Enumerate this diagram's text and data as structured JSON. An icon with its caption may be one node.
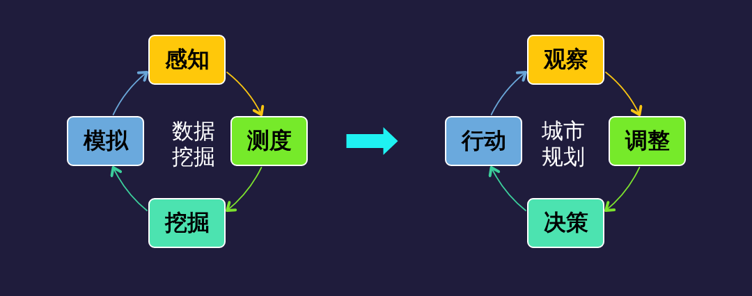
{
  "diagram": {
    "nodes": [
      {
        "text": [
          "感知"
        ]
      },
      {
        "text": [
          "模拟"
        ]
      },
      {
        "text": [
          "测度"
        ]
      },
      {
        "text": [
          "挖掘"
        ]
      },
      {
        "text": [
          "观察"
        ]
      },
      {
        "text": [
          "行动"
        ]
      },
      {
        "text": [
          "调整"
        ]
      },
      {
        "text": [
          "决策"
        ]
      }
    ],
    "edges": [
      {
        "from": 0,
        "to": 2,
        "arrow": "to",
        "color": "#f7c412"
      },
      {
        "from": 2,
        "to": 3,
        "arrow": "to",
        "color": "#7ce22e"
      },
      {
        "from": 3,
        "to": 1,
        "arrow": "to",
        "color": "#3ccf9c"
      },
      {
        "from": 1,
        "to": 0,
        "arrow": "to",
        "color": "#6aa6d8"
      },
      {
        "from": 2,
        "to": 5,
        "arrow": "to",
        "style": "thick",
        "color": "#1ff2f2"
      },
      {
        "from": 4,
        "to": 6,
        "arrow": "to",
        "color": "#f7c412"
      },
      {
        "from": 6,
        "to": 7,
        "arrow": "to",
        "color": "#7ce22e"
      },
      {
        "from": 7,
        "to": 5,
        "arrow": "to",
        "color": "#3ccf9c"
      },
      {
        "from": 5,
        "to": 4,
        "arrow": "to",
        "color": "#6aa6d8"
      }
    ],
    "labels": [
      "数据挖掘",
      "城市规划"
    ]
  }
}
